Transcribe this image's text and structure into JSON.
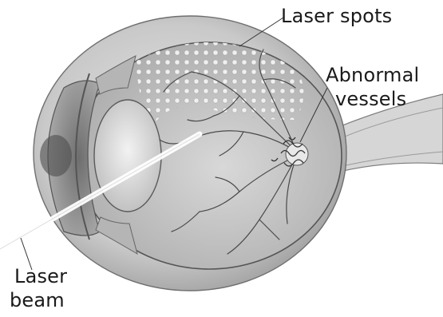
{
  "labels": {
    "laser_spots": "Laser spots",
    "abnormal_vessels_line1": "Abnormal",
    "abnormal_vessels_line2": "vessels",
    "laser_beam_line1": "Laser",
    "laser_beam_line2": "beam"
  },
  "colors": {
    "background": "#ffffff",
    "sclera": "#cfcfcf",
    "retina": "#bdbdbd",
    "iris": "#8a8a8a",
    "lens": "#dcdcdc",
    "vessel": "#4a4a4a",
    "laser_beam": "#ffffff",
    "label_text": "#1a1a1a"
  }
}
